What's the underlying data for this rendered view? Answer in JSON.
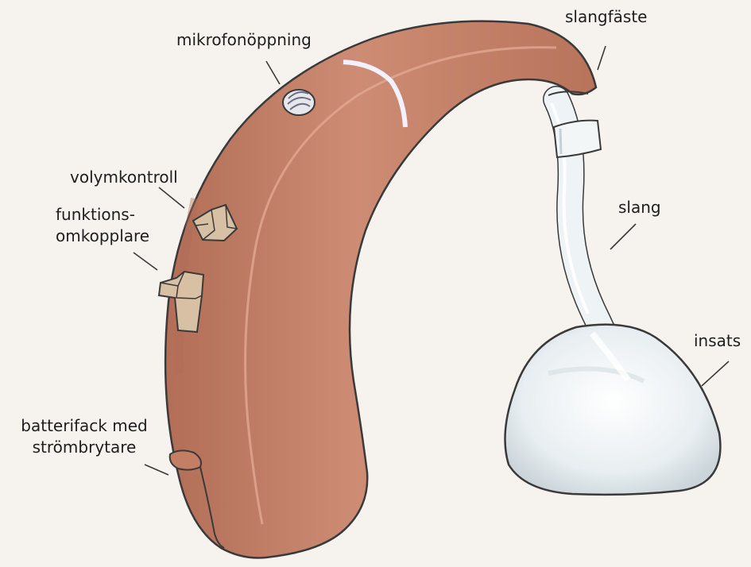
{
  "labels": {
    "microphone": "mikrofonöppning",
    "hose_mount": "slangfäste",
    "volume": "volymkontroll",
    "function_line1": "funktions-",
    "function_line2": "omkopplare",
    "hose": "slang",
    "insert": "insats",
    "battery_line1": "batterifack med",
    "battery_line2": "strömbrytare"
  },
  "colors": {
    "background": "#f6f3ee",
    "body": "#c9866c",
    "body_shadow": "#a9644d",
    "control": "#d8c0a4",
    "tube": "#eef3f5",
    "outline": "#3a3a3a"
  }
}
